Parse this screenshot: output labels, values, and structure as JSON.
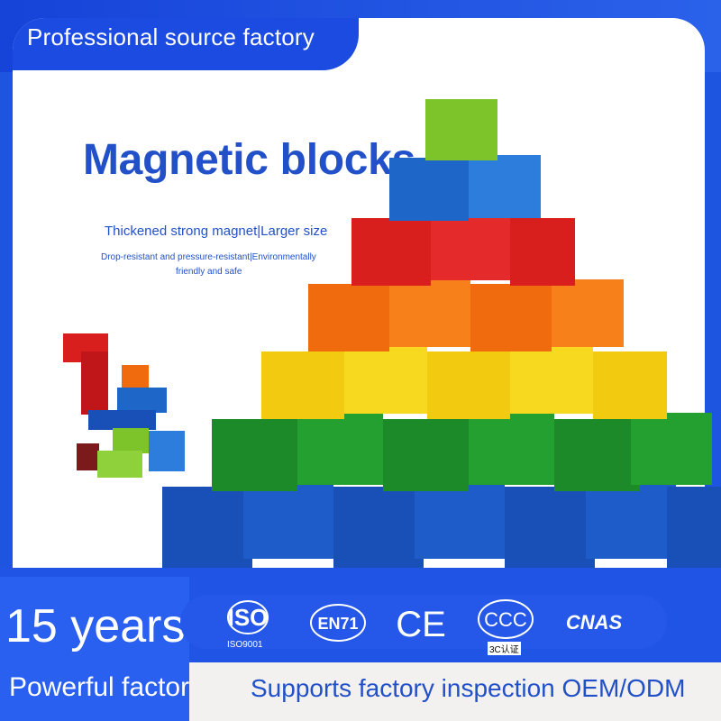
{
  "header": {
    "text": "Professional source factory"
  },
  "hero": {
    "title": "Magnetic blocks",
    "subtitle": "Thickened strong magnet|Larger size",
    "detail_line1": "Drop-resistant and pressure-resistant|Environmentally",
    "detail_line2": "friendly and safe"
  },
  "footer": {
    "years": "15 years",
    "powerful": "Powerful factory",
    "support": "Supports factory inspection OEM/ODM"
  },
  "certifications": [
    {
      "name": "ISO",
      "subtext": "ISO9001",
      "icon": "iso-globe-icon"
    },
    {
      "name": "EN71",
      "subtext": "",
      "icon": "en71-icon"
    },
    {
      "name": "CE",
      "subtext": "",
      "icon": "ce-icon"
    },
    {
      "name": "CCC",
      "subtext": "3C认证",
      "icon": "ccc-icon"
    },
    {
      "name": "CNAS",
      "subtext": "",
      "icon": "cnas-icon"
    }
  ],
  "colors": {
    "brand_blue": "#1d55e0",
    "title_blue": "#2150c9",
    "cube_green_top": "#7cc42a",
    "cube_blue": "#1e67c9",
    "cube_red": "#d91e1e",
    "cube_orange": "#f06a0e",
    "cube_yellow": "#f2cb10",
    "cube_green": "#1d8a2a",
    "cube_navy": "#1850b8"
  }
}
